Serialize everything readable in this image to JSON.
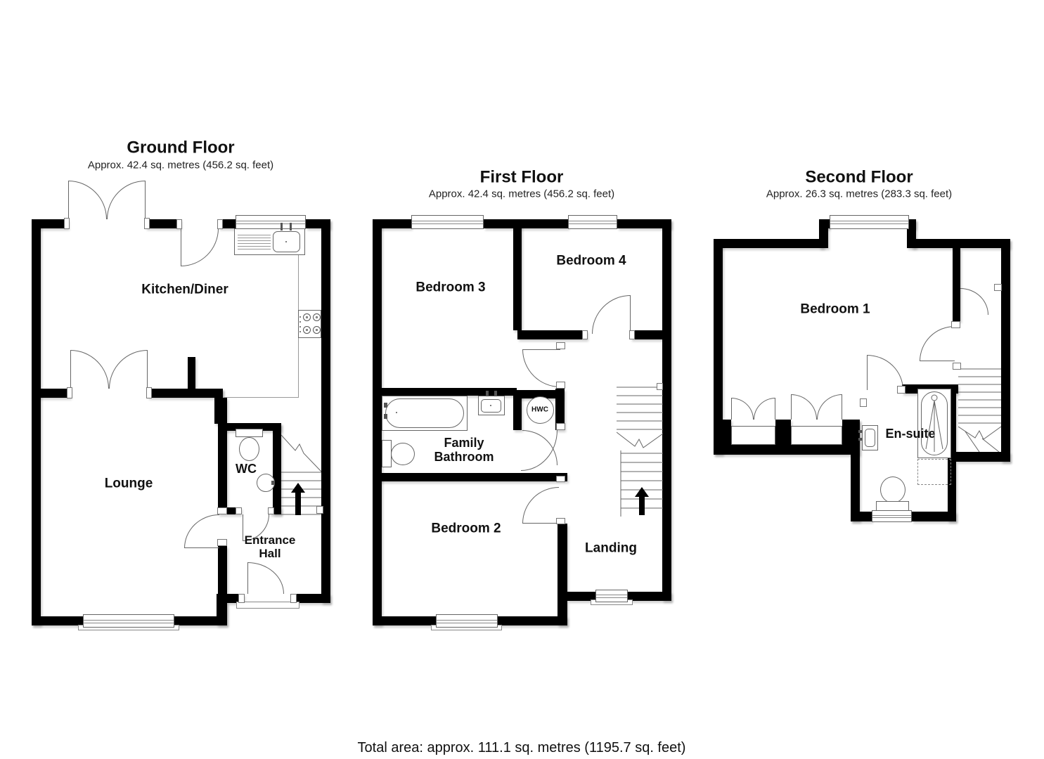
{
  "document": {
    "kind": "floorplan"
  },
  "floors": [
    {
      "id": "ground",
      "title": "Ground Floor",
      "subtitle": "Approx. 42.4 sq. metres (456.2 sq. feet)",
      "rooms": [
        {
          "name": "Kitchen/Diner"
        },
        {
          "name": "Lounge"
        },
        {
          "name": "WC"
        },
        {
          "name": "Entrance Hall"
        }
      ]
    },
    {
      "id": "first",
      "title": "First Floor",
      "subtitle": "Approx. 42.4 sq. metres (456.2 sq. feet)",
      "rooms": [
        {
          "name": "Bedroom 3"
        },
        {
          "name": "Bedroom 4"
        },
        {
          "name": "Family Bathroom"
        },
        {
          "name": "Bedroom 2"
        },
        {
          "name": "Landing"
        },
        {
          "name": "HWC"
        }
      ]
    },
    {
      "id": "second",
      "title": "Second Floor",
      "subtitle": "Approx. 26.3 sq. metres (283.3 sq. feet)",
      "rooms": [
        {
          "name": "Bedroom 1"
        },
        {
          "name": "En-suite"
        }
      ]
    }
  ],
  "footer": {
    "total_area": "Total area: approx. 111.1 sq. metres (1195.7 sq. feet)"
  },
  "colors": {
    "wall": "#000000",
    "line": "#666666",
    "text": "#111111"
  }
}
